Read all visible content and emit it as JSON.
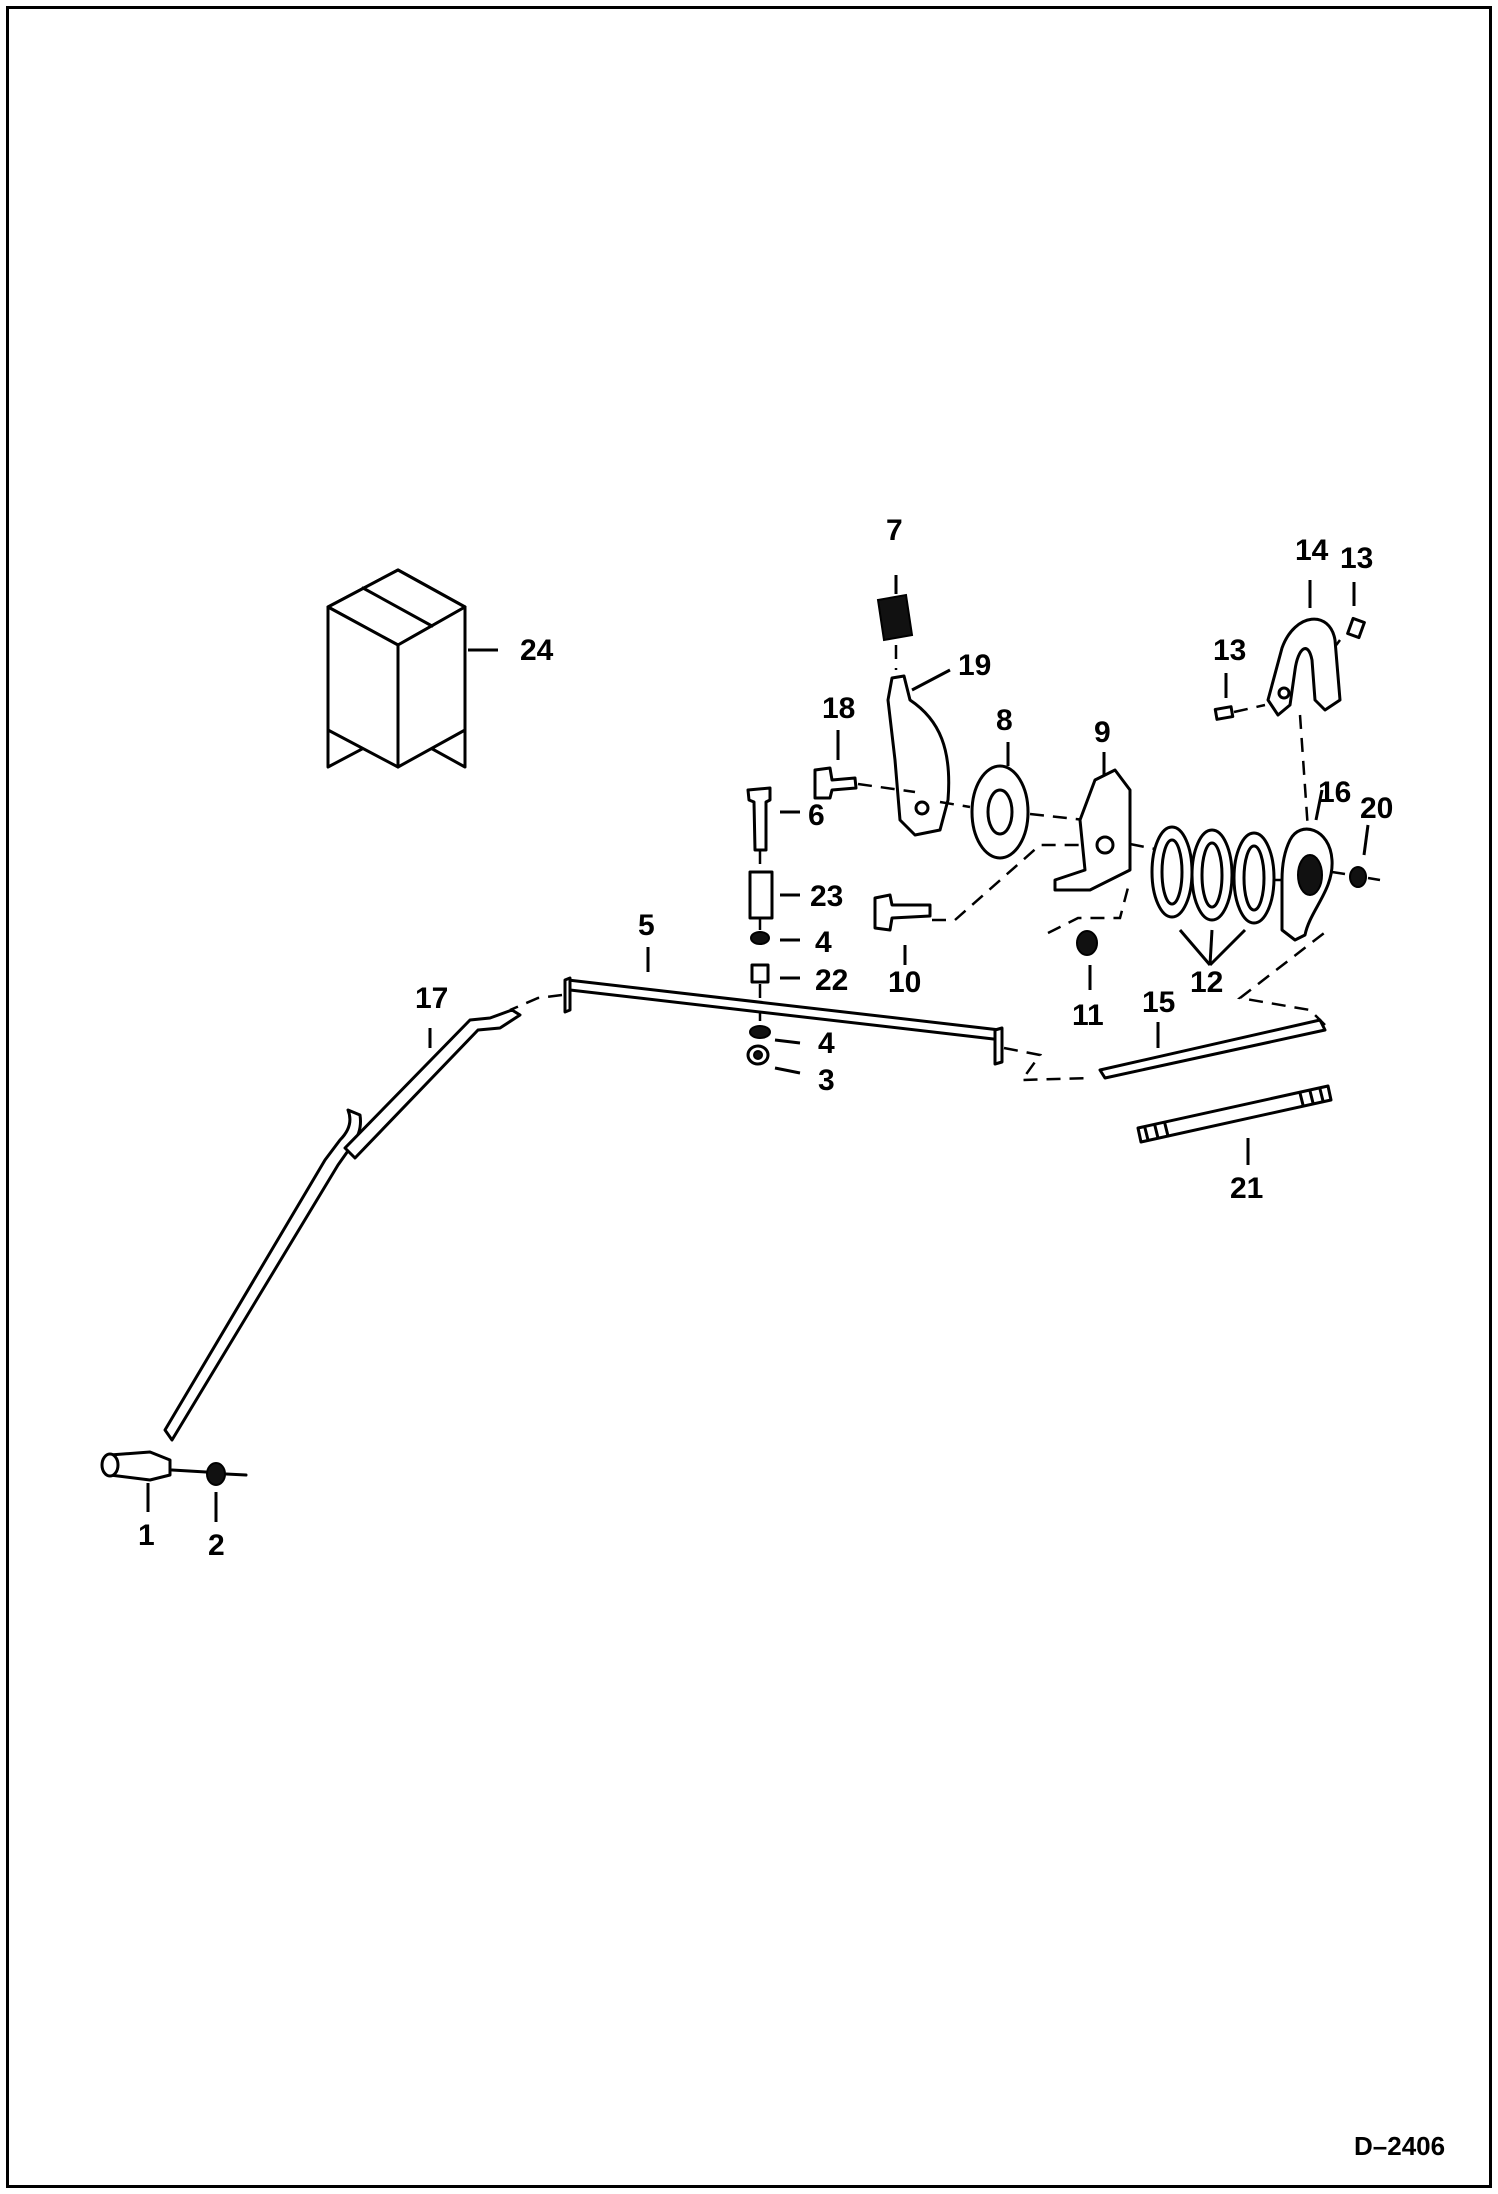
{
  "figure_id": "D–2406",
  "callouts": [
    "1",
    "2",
    "3",
    "4",
    "4",
    "5",
    "6",
    "7",
    "8",
    "9",
    "10",
    "11",
    "12",
    "13",
    "13",
    "14",
    "15",
    "16",
    "17",
    "18",
    "19",
    "20",
    "21",
    "22",
    "23",
    "24"
  ]
}
